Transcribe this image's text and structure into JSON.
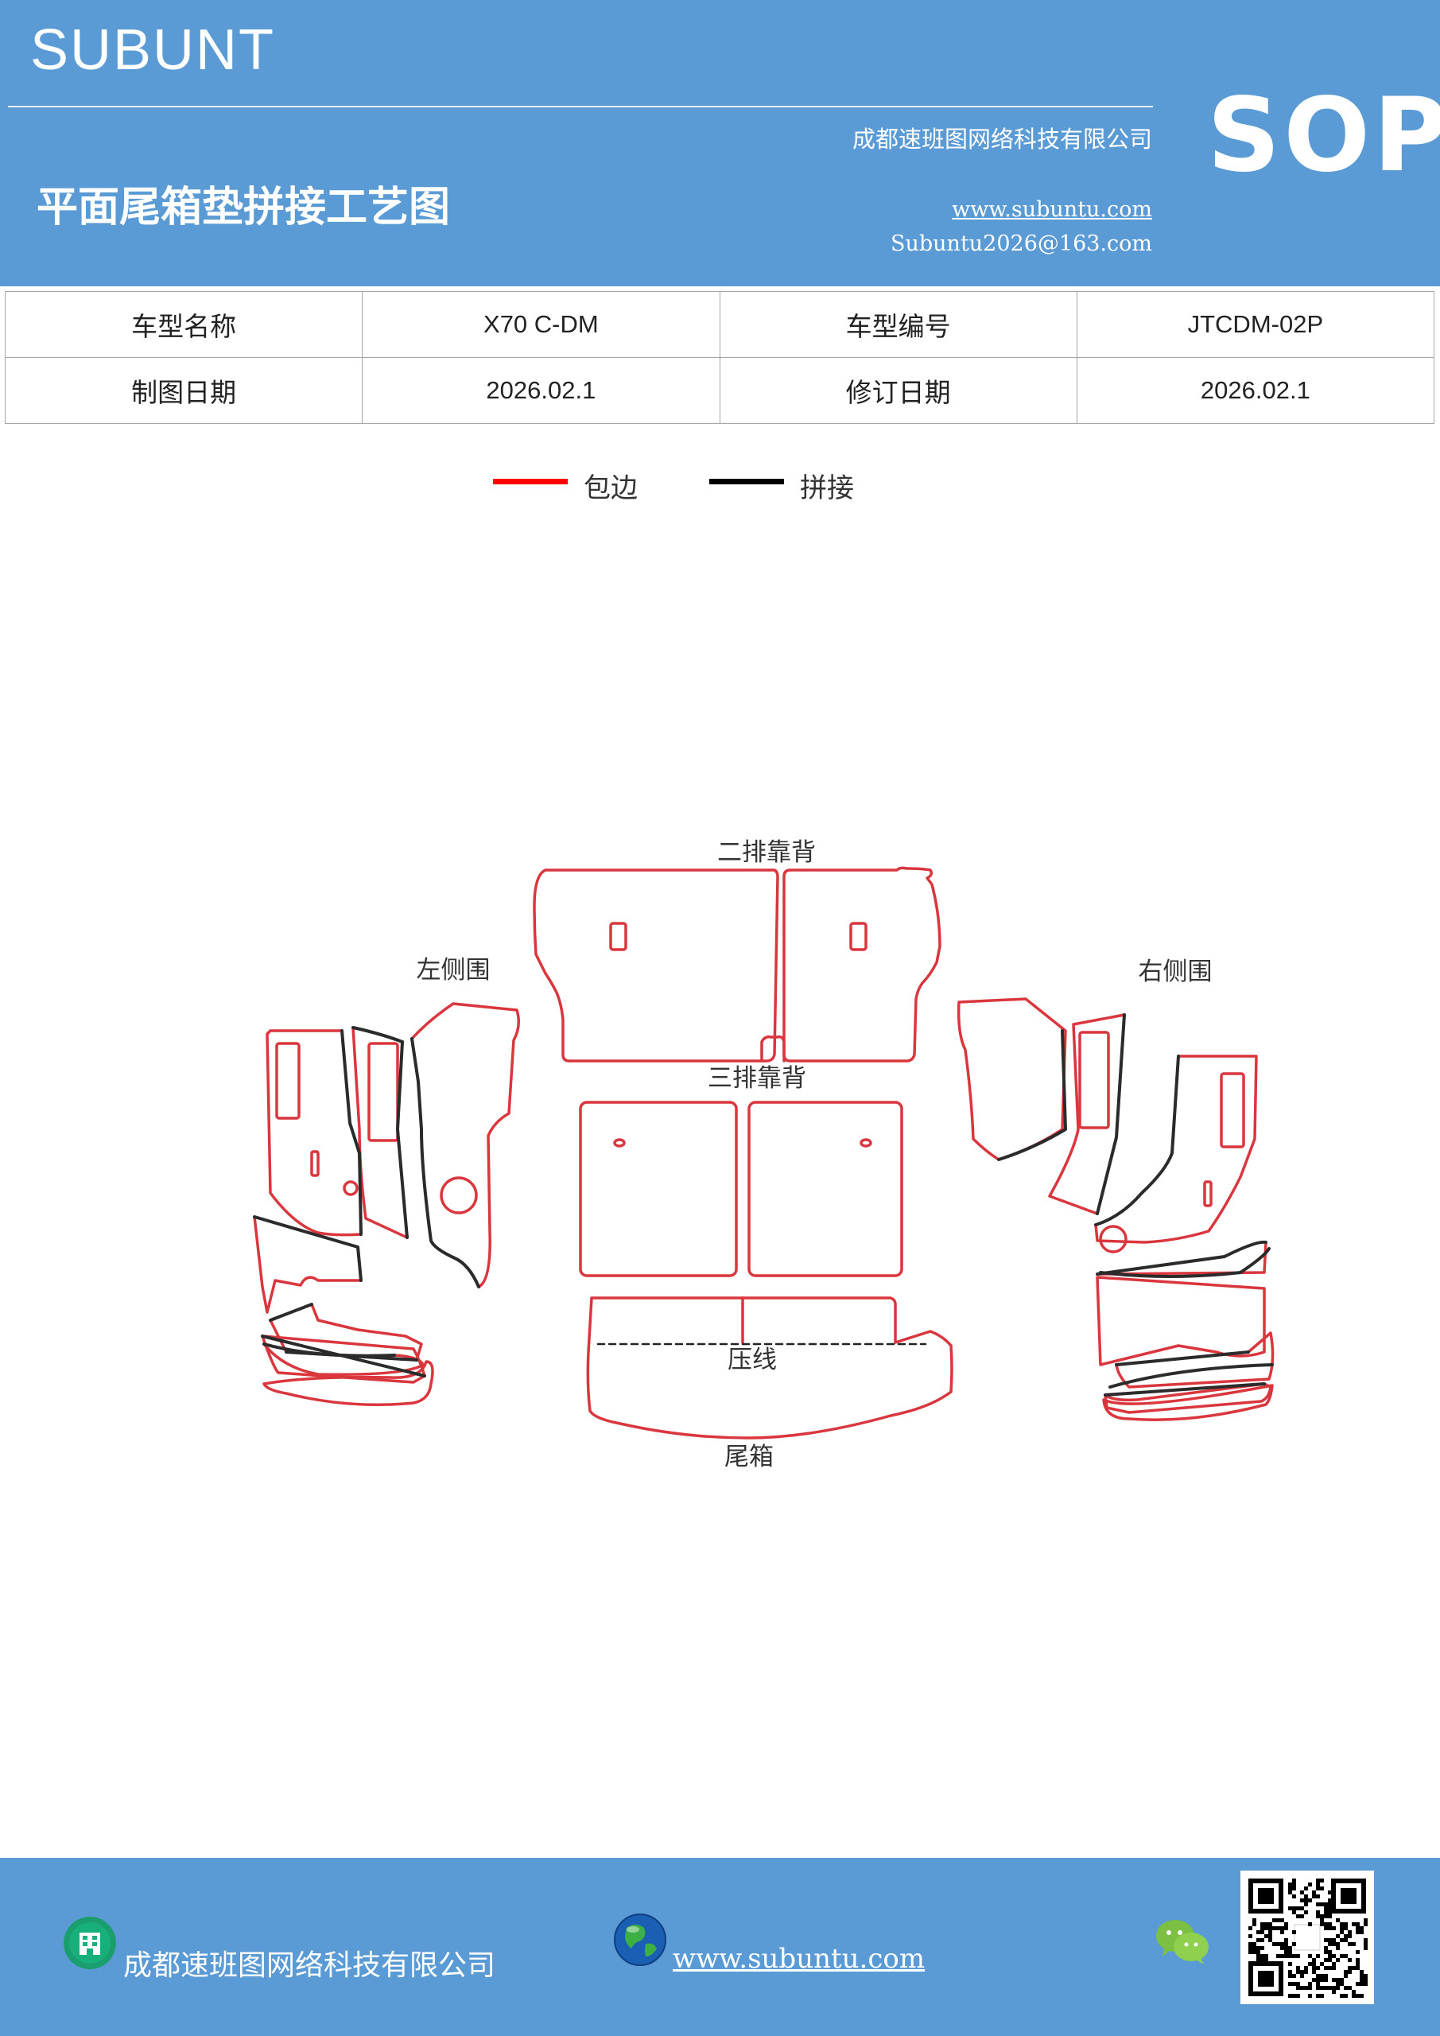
{
  "header": {
    "brand": "SUBUNT",
    "company": "成都速班图网络科技有限公司",
    "title": "平面尾箱垫拼接工艺图",
    "website": "www.subuntu.com",
    "email": "Subuntu2026@163.com",
    "badge": "SOP"
  },
  "info_table": {
    "rows": [
      {
        "label1": "车型名称",
        "value1": "X70  C-DM",
        "label2": "车型编号",
        "value2": "JTCDM-02P"
      },
      {
        "label1": "制图日期",
        "value1": "2026.02.1",
        "label2": "修订日期",
        "value2": "2026.02.1"
      }
    ]
  },
  "legend": {
    "items": [
      {
        "label": "包边",
        "color": "#ff0000"
      },
      {
        "label": "拼接",
        "color": "#000000"
      }
    ]
  },
  "diagram": {
    "labels": {
      "second_row_back": "二排靠背",
      "left_side": "左侧围",
      "right_side": "右侧围",
      "third_row_back": "三排靠背",
      "press_line": "压线",
      "trunk": "尾箱"
    },
    "edge_color": "#d9363e",
    "seam_color": "#2b2b2b"
  },
  "footer": {
    "company": "成都速班图网络科技有限公司",
    "website": "www.subuntu.com",
    "company_icon": "building-icon",
    "web_icon": "globe-icon",
    "wechat_icon": "wechat-icon"
  }
}
